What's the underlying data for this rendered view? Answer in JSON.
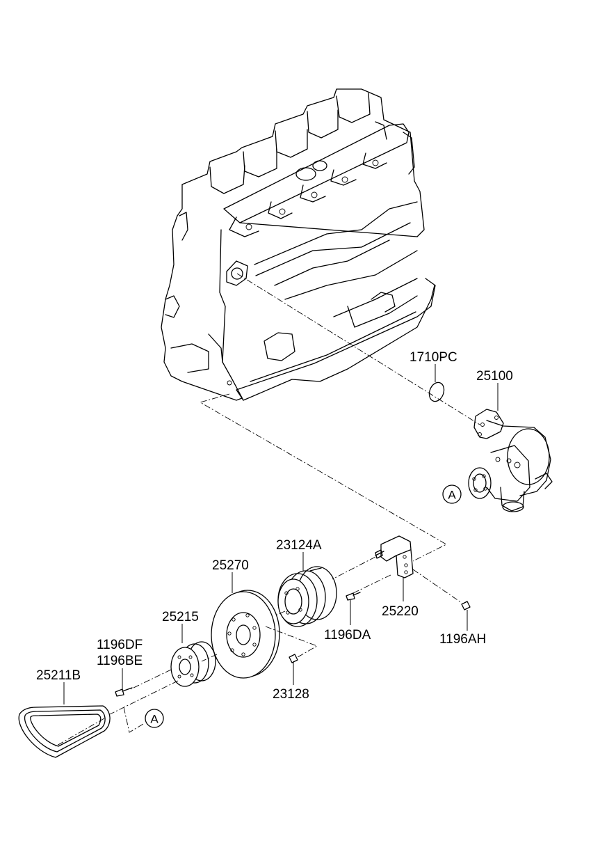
{
  "labels": {
    "p1710pc": "1710PC",
    "p25100": "25100",
    "p23124a": "23124A",
    "p25270": "25270",
    "p25215": "25215",
    "p1196df": "1196DF",
    "p1196be": "1196BE",
    "p25211b": "25211B",
    "p25220": "25220",
    "p1196da": "1196DA",
    "p1196ah": "1196AH",
    "p23128": "23128"
  },
  "refs": {
    "a_pump": "A",
    "a_belt": "A"
  }
}
